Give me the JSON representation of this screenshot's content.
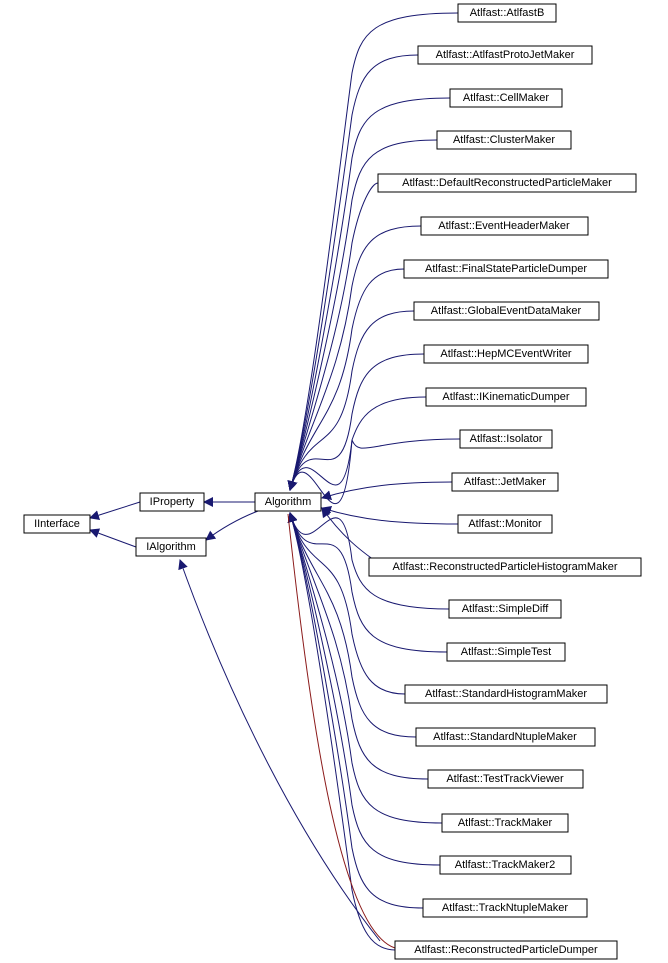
{
  "colors": {
    "edge_public": "#191970",
    "edge_protected": "#8b1a1a",
    "arrow_fill": "#191970",
    "node_border": "#000000",
    "background": "#ffffff"
  },
  "nodes": {
    "iinterface": "IInterface",
    "iproperty": "IProperty",
    "ialgorithm": "IAlgorithm",
    "algorithm": "Algorithm",
    "atlfastb": "Atlfast::AtlfastB",
    "protojet": "Atlfast::AtlfastProtoJetMaker",
    "cellmaker": "Atlfast::CellMaker",
    "clustermaker": "Atlfast::ClusterMaker",
    "defaultrecon": "Atlfast::DefaultReconstructedParticleMaker",
    "eventheader": "Atlfast::EventHeaderMaker",
    "finalstate": "Atlfast::FinalStateParticleDumper",
    "globalevent": "Atlfast::GlobalEventDataMaker",
    "hepmc": "Atlfast::HepMCEventWriter",
    "kinematic": "Atlfast::IKinematicDumper",
    "isolator": "Atlfast::Isolator",
    "jetmaker": "Atlfast::JetMaker",
    "monitor": "Atlfast::Monitor",
    "reconhisto": "Atlfast::ReconstructedParticleHistogramMaker",
    "simplediff": "Atlfast::SimpleDiff",
    "simpletest": "Atlfast::SimpleTest",
    "stdhisto": "Atlfast::StandardHistogramMaker",
    "stdntuple": "Atlfast::StandardNtupleMaker",
    "testtrack": "Atlfast::TestTrackViewer",
    "trackmaker": "Atlfast::TrackMaker",
    "trackmaker2": "Atlfast::TrackMaker2",
    "trackntuple": "Atlfast::TrackNtupleMaker",
    "recondumper": "Atlfast::ReconstructedParticleDumper"
  }
}
